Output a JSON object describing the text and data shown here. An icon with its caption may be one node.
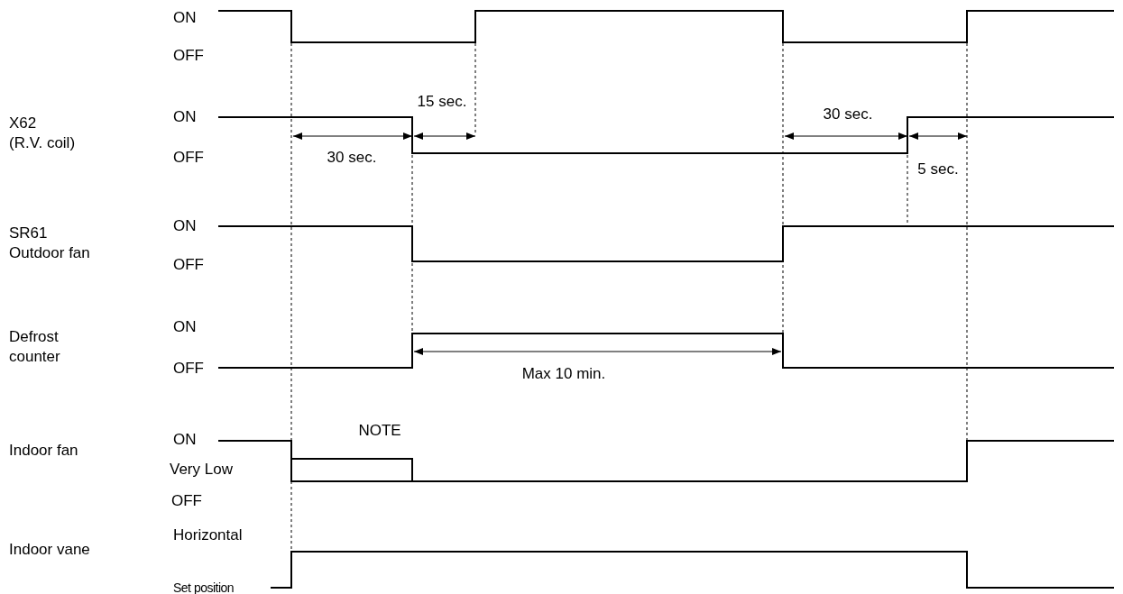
{
  "diagram": {
    "labels": [
      "ON",
      "OFF",
      "15 sec.",
      "X62 (R.V. coil)",
      "ON",
      "30 sec.",
      "OFF",
      "30 sec.",
      "5 sec.",
      "SR61 Outdoor fan",
      "ON",
      "OFF",
      "Defrost counter",
      "ON",
      "OFF",
      "Max 10 min.",
      "NOTE",
      "Indoor fan",
      "ON",
      "Very Low",
      "OFF",
      "Indoor vane",
      "Horizontal",
      "Set position"
    ]
  }
}
